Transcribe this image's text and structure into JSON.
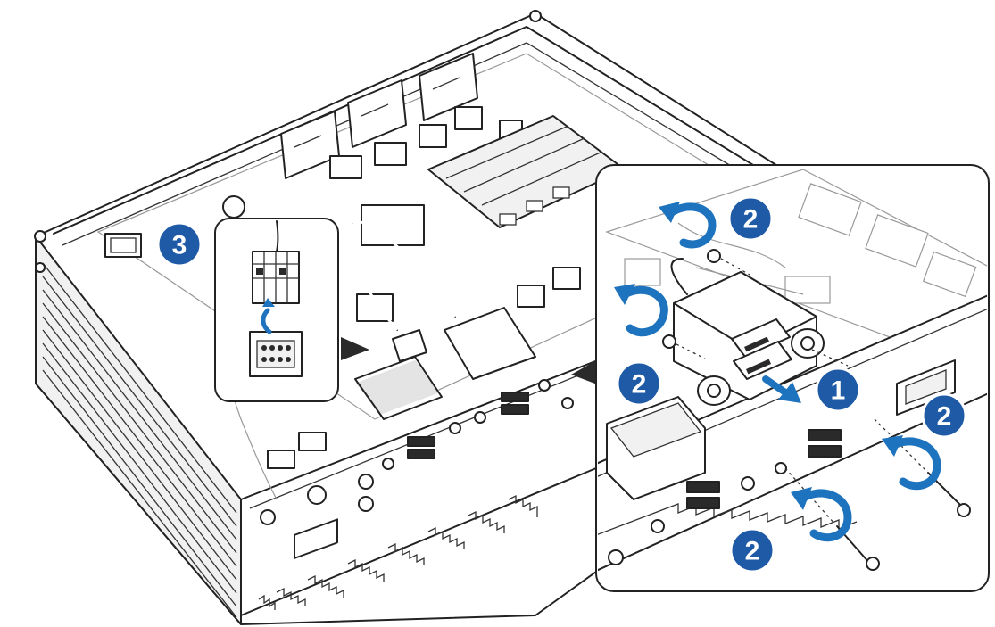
{
  "colors": {
    "badge": "#1e5aa6",
    "arrow": "#1e73be",
    "line": "#222222"
  },
  "steps": {
    "connect_cable": "3",
    "remove_screws": "2",
    "pull_out_port": "1"
  },
  "icons": [
    "rotate-counterclockwise-arrow-icon",
    "pull-direction-arrow-icon",
    "insert-arrow-icon",
    "pointer-triangle-icon"
  ]
}
